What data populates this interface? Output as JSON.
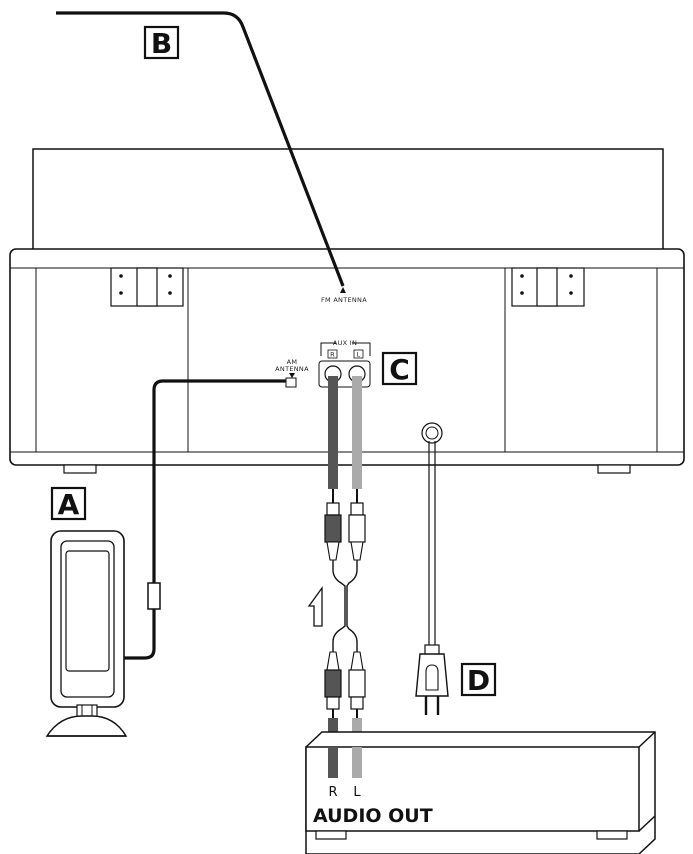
{
  "labels": {
    "a": "A",
    "b": "B",
    "c": "C",
    "d": "D"
  },
  "unit": {
    "fm_antenna": "FM ANTENNA",
    "am_antenna_line1": "AM",
    "am_antenna_line2": "ANTENNA",
    "aux_in": "AUX IN",
    "aux_r": "R",
    "aux_l": "L"
  },
  "device": {
    "r": "R",
    "l": "L",
    "audio_out": "AUDIO OUT"
  },
  "colors": {
    "line": "#111111",
    "cable_dark": "#555555",
    "cable_light": "#aaaaaa"
  }
}
